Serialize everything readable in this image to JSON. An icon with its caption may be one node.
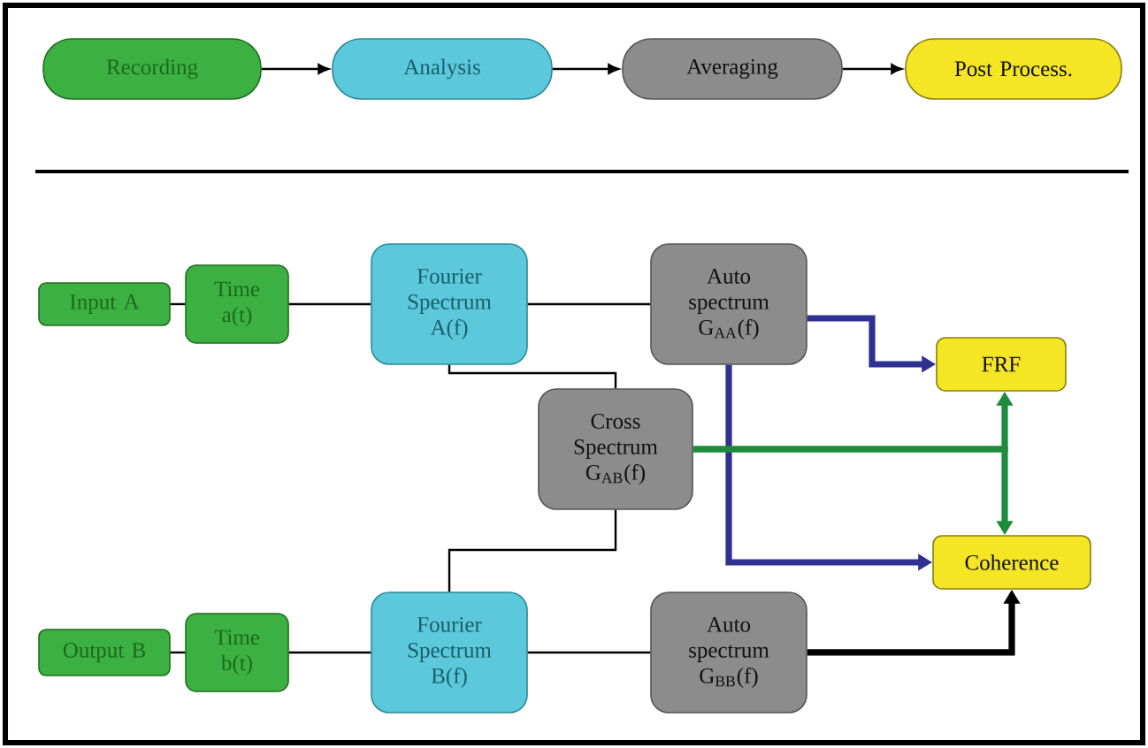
{
  "diagram": {
    "nodes": [
      {
        "text": [
          "Recording"
        ]
      },
      {
        "text": [
          "Analysis"
        ]
      },
      {
        "text": [
          "Averaging"
        ]
      },
      {
        "text": [
          "Post Process."
        ]
      },
      {
        "text": [
          "Input A"
        ]
      },
      {
        "text": [
          "Time a(t)"
        ]
      },
      {
        "text": [
          "Fourier Spectrum A(f)"
        ]
      },
      {
        "text": [
          "Auto spectrum G$_{AA}$(f)"
        ]
      },
      {
        "text": [
          "Cross Spectrum G$_{AB}$(f)"
        ]
      },
      {
        "text": [
          "FRF"
        ]
      },
      {
        "text": [
          "Output B"
        ]
      },
      {
        "text": [
          "Time b(t)"
        ]
      },
      {
        "text": [
          "Fourier Spectrum B(f)"
        ]
      },
      {
        "text": [
          "Auto spectrum G$_{BB}$(f)"
        ]
      },
      {
        "text": [
          "Coherence"
        ]
      }
    ],
    "edges": [
      {
        "from": 0,
        "to": 1,
        "arrow": "to"
      },
      {
        "from": 1,
        "to": 2,
        "arrow": "to"
      },
      {
        "from": 2,
        "to": 3,
        "arrow": "to"
      },
      {
        "from": 4,
        "to": 5,
        "arrow": "none"
      },
      {
        "from": 5,
        "to": 6,
        "arrow": "none"
      },
      {
        "from": 6,
        "to": 7,
        "arrow": "none"
      },
      {
        "from": 6,
        "to": 8,
        "arrow": "none"
      },
      {
        "from": 7,
        "to": 9,
        "arrow": "to",
        "style": "thick",
        "color": "#2e3192"
      },
      {
        "from": 7,
        "to": 14,
        "arrow": "to",
        "style": "thick",
        "color": "#2e3192"
      },
      {
        "from": 8,
        "to": 9,
        "arrow": "to",
        "style": "thick",
        "color": "#1e8c3a"
      },
      {
        "from": 8,
        "to": 14,
        "arrow": "to",
        "style": "thick",
        "color": "#1e8c3a"
      },
      {
        "from": 10,
        "to": 11,
        "arrow": "none"
      },
      {
        "from": 11,
        "to": 12,
        "arrow": "none"
      },
      {
        "from": 12,
        "to": 13,
        "arrow": "none"
      },
      {
        "from": 12,
        "to": 8,
        "arrow": "none"
      },
      {
        "from": 13,
        "to": 14,
        "arrow": "to",
        "style": "thick"
      }
    ]
  }
}
